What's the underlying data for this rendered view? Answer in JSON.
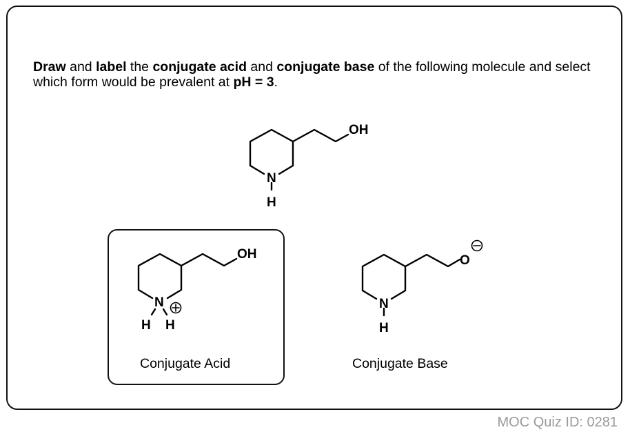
{
  "question": {
    "parts": [
      {
        "text": "Draw",
        "bold": true
      },
      {
        "text": " and ",
        "bold": false
      },
      {
        "text": "label",
        "bold": true
      },
      {
        "text": " the ",
        "bold": false
      },
      {
        "text": "conjugate acid",
        "bold": true
      },
      {
        "text": " and ",
        "bold": false
      },
      {
        "text": "conjugate base",
        "bold": true
      },
      {
        "text": " of the following molecule and select which form would be prevalent at ",
        "bold": false
      },
      {
        "text": "pH = 3",
        "bold": true
      },
      {
        "text": ".",
        "bold": false
      }
    ]
  },
  "molecules": {
    "neutral": {
      "oh": "OH",
      "n": "N",
      "h": "H"
    },
    "acid": {
      "oh": "OH",
      "n": "N",
      "h1": "H",
      "h2": "H",
      "charge": "+"
    },
    "base": {
      "o": "O",
      "n": "N",
      "h": "H",
      "charge": "−"
    }
  },
  "labels": {
    "acid": "Conjugate Acid",
    "base": "Conjugate Base"
  },
  "footer": {
    "quiz_id": "MOC Quiz ID: 0281"
  },
  "selected": "acid"
}
